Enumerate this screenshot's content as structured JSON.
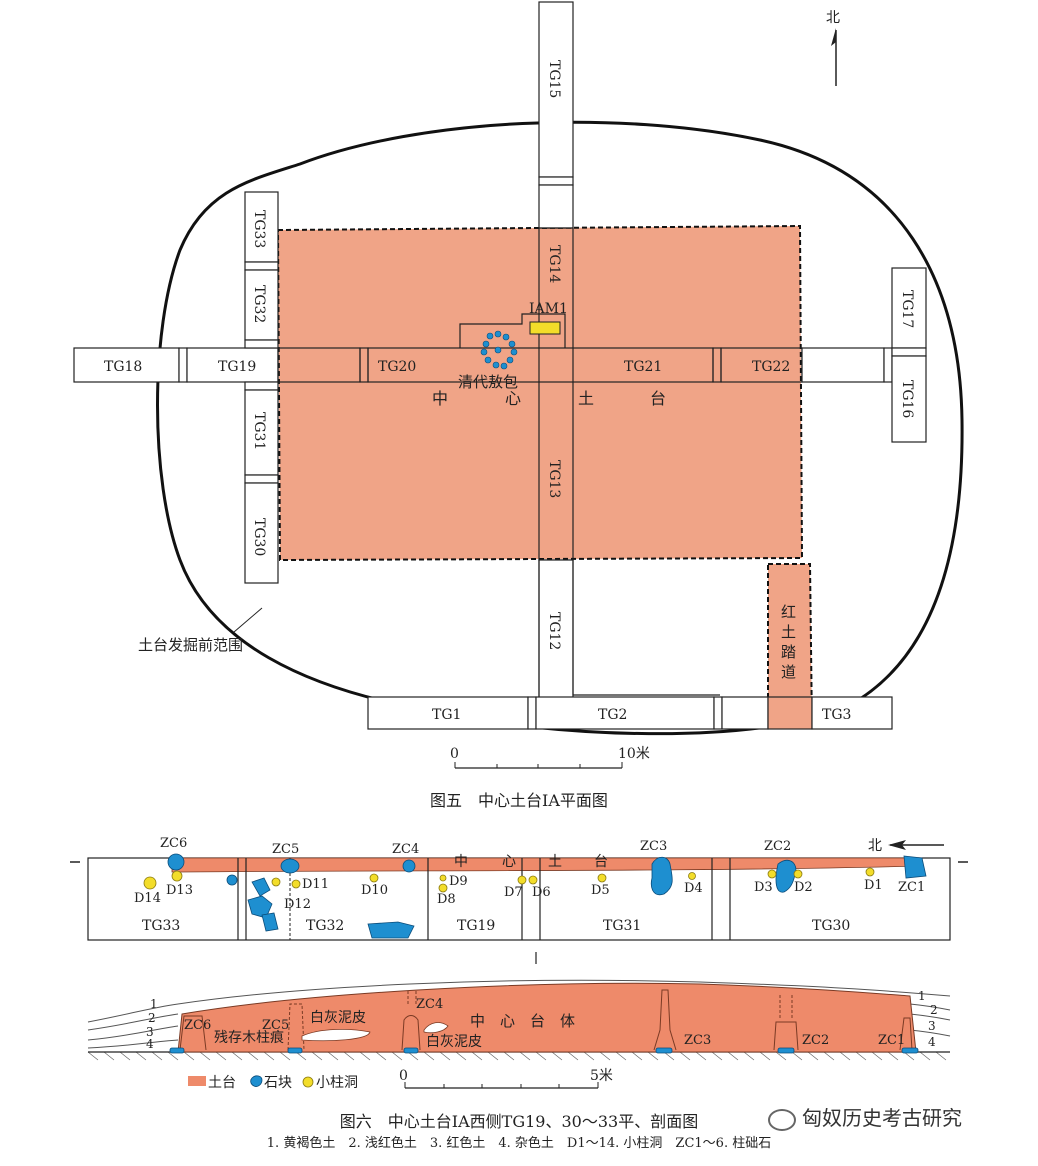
{
  "fig5": {
    "north": "北",
    "trenches": {
      "tg15": "TG15",
      "tg14": "TG14",
      "tg13": "TG13",
      "tg12": "TG12",
      "tg33": "TG33",
      "tg32": "TG32",
      "tg31": "TG31",
      "tg30": "TG30",
      "tg18": "TG18",
      "tg19": "TG19",
      "tg20": "TG20",
      "tg21": "TG21",
      "tg22": "TG22",
      "tg17": "TG17",
      "tg16": "TG16",
      "tg1": "TG1",
      "tg2": "TG2",
      "tg3": "TG3"
    },
    "iam1": "IAM1",
    "qingdai": "清代敖包",
    "zhongxintutai": [
      "中",
      "心",
      "土",
      "台"
    ],
    "red_road": [
      "红",
      "土",
      "踏",
      "道"
    ],
    "pre_excavation": "土台发掘前范围",
    "scale": {
      "zero": "0",
      "end": "10米"
    },
    "caption": "图五　中心土台ⅠA平面图"
  },
  "fig6": {
    "north": "北",
    "trench_labels": {
      "tg33": "TG33",
      "tg32": "TG32",
      "tg19": "TG19",
      "tg31": "TG31",
      "tg30": "TG30"
    },
    "plan_title": [
      "中",
      "心",
      "土",
      "台"
    ],
    "zc": {
      "zc6": "ZC6",
      "zc5": "ZC5",
      "zc4": "ZC4",
      "zc3": "ZC3",
      "zc2": "ZC2",
      "zc1": "ZC1"
    },
    "d": {
      "d14": "D14",
      "d13": "D13",
      "d12": "D12",
      "d11": "D11",
      "d10": "D10",
      "d9": "D9",
      "d8": "D8",
      "d7": "D7",
      "d6": "D6",
      "d5": "D5",
      "d4": "D4",
      "d3": "D3",
      "d2": "D2",
      "d1": "D1"
    },
    "section": {
      "title": "中　心　台　体",
      "baihui1": "白灰泥皮",
      "baihui2": "白灰泥皮",
      "canzun": "残存木柱痕",
      "zc6": "ZC6",
      "zc5": "ZC5",
      "zc4": "ZC4",
      "zc3": "ZC3",
      "zc2": "ZC2",
      "zc1": "ZC1",
      "layers_left": [
        "1",
        "2",
        "3",
        "4"
      ],
      "layers_right": [
        "1",
        "2",
        "3",
        "4"
      ]
    },
    "legend": {
      "tutai": "土台",
      "shikuai": "石块",
      "xiaozhudong": "小柱洞"
    },
    "scale": {
      "zero": "0",
      "end": "5米"
    },
    "caption": "图六　中心土台ⅠA西侧TG19、30～33平、剖面图",
    "notes": "1. 黄褐色土　2. 浅红色土　3. 红色土　4. 杂色土　D1～14. 小柱洞　ZC1～6. 柱础石"
  },
  "watermark": "匈奴历史考古研究",
  "colors": {
    "tutai": "#f0a487",
    "section": "#ee8a6a",
    "stone": "#1e8fd0",
    "posthole": "#f3dd2a"
  }
}
